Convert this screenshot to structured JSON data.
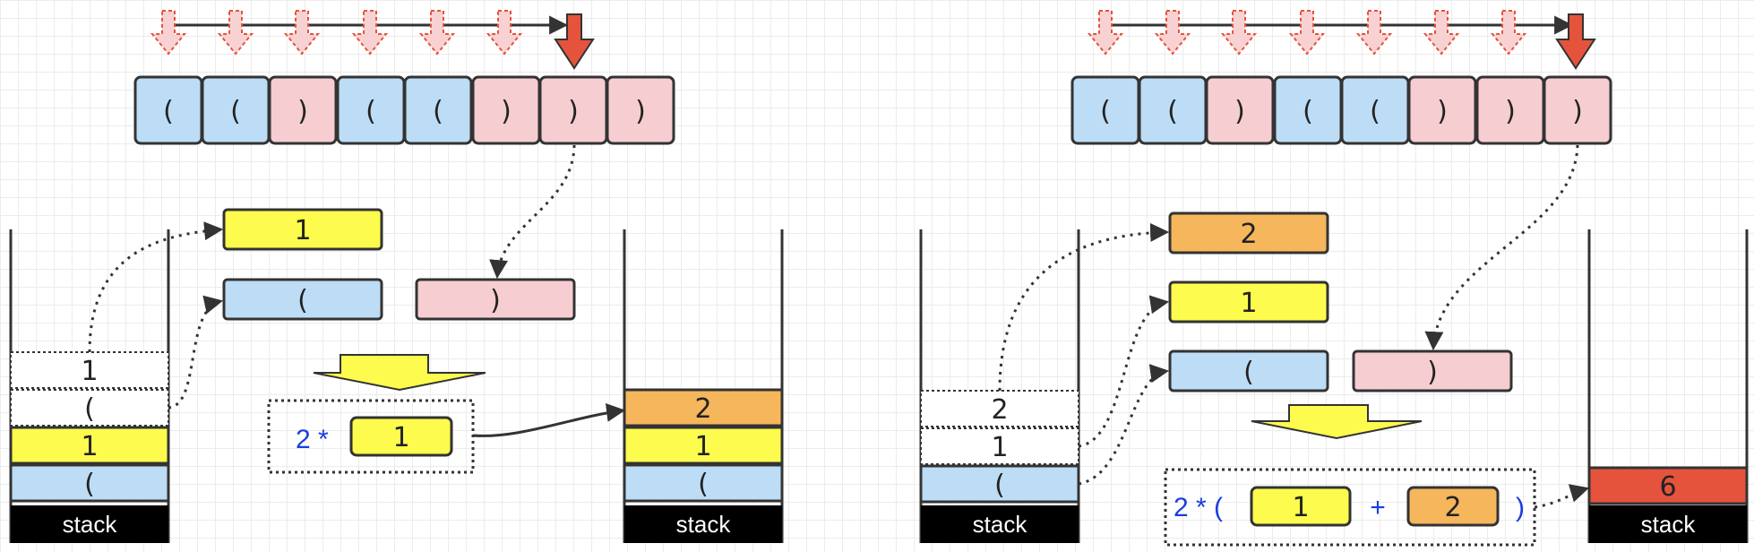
{
  "colors": {
    "open": "#bddcf5",
    "close": "#f6cdd1",
    "one": "#fdfb4d",
    "two": "#f5b65c",
    "six": "#e5533d",
    "stackbase": "#000000",
    "border": "#333333",
    "pointer": "#e5533d",
    "pointer_faded": "#f8d2d3",
    "expr_text": "#1a3de0"
  },
  "left": {
    "sequence": [
      "(",
      "(",
      ")",
      "(",
      "(",
      ")",
      ")",
      ")"
    ],
    "pointer_index": 6,
    "stack_before": {
      "label": "stack",
      "items": [
        "(",
        "1",
        "(",
        "1"
      ],
      "popped_count": 2
    },
    "popped": [
      "1",
      "("
    ],
    "incoming": ")",
    "expression": {
      "prefix": "2 *",
      "value": "1"
    },
    "stack_after": {
      "label": "stack",
      "items": [
        "(",
        "1",
        "2"
      ]
    }
  },
  "right": {
    "sequence": [
      "(",
      "(",
      ")",
      "(",
      "(",
      ")",
      ")",
      ")"
    ],
    "pointer_index": 7,
    "stack_before": {
      "label": "stack",
      "items": [
        "(",
        "1",
        "2"
      ],
      "popped_count": 2
    },
    "popped": [
      "2",
      "1",
      "("
    ],
    "incoming": ")",
    "expression": {
      "prefix": "2 * (",
      "a": "1",
      "op": "+",
      "b": "2",
      "suffix": ")"
    },
    "stack_after": {
      "label": "stack",
      "items": [
        "6"
      ]
    }
  }
}
